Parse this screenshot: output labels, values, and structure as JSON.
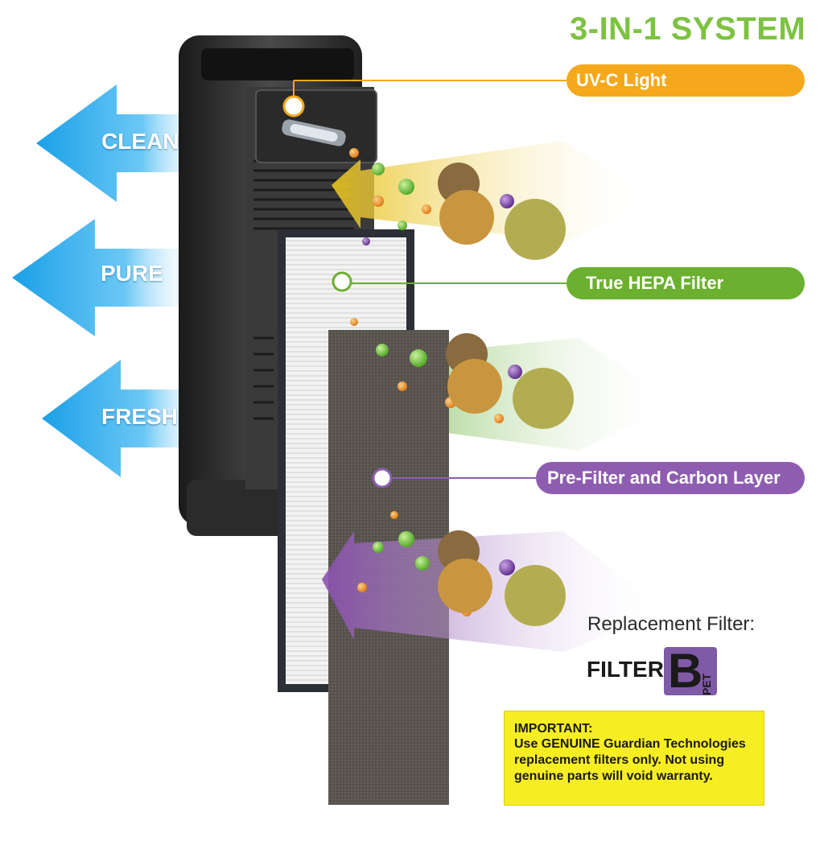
{
  "title": "3-IN-1 SYSTEM",
  "layers": [
    {
      "label": "UV-C Light",
      "color": "#f6a81c"
    },
    {
      "label": "True HEPA Filter",
      "color": "#6bb02f"
    },
    {
      "label": "Pre-Filter and Carbon Layer",
      "color": "#8e5db0"
    }
  ],
  "outflow_arrows": [
    {
      "label": "CLEAN"
    },
    {
      "label": "PURE"
    },
    {
      "label": "FRESH"
    }
  ],
  "replacement": {
    "caption": "Replacement Filter:",
    "filter_word": "FILTER",
    "filter_letter": "B",
    "filter_suffix": "PET",
    "badge_color": "#7f5aa6"
  },
  "notice": {
    "heading": "IMPORTANT:",
    "body": "Use GENUINE Guardian Technologies replacement filters only. Not using genuine parts will void warranty."
  },
  "colors": {
    "arrow_blue": "#2aa8e6",
    "title_green": "#7dc241",
    "notice_yellow": "#f6ee23"
  }
}
